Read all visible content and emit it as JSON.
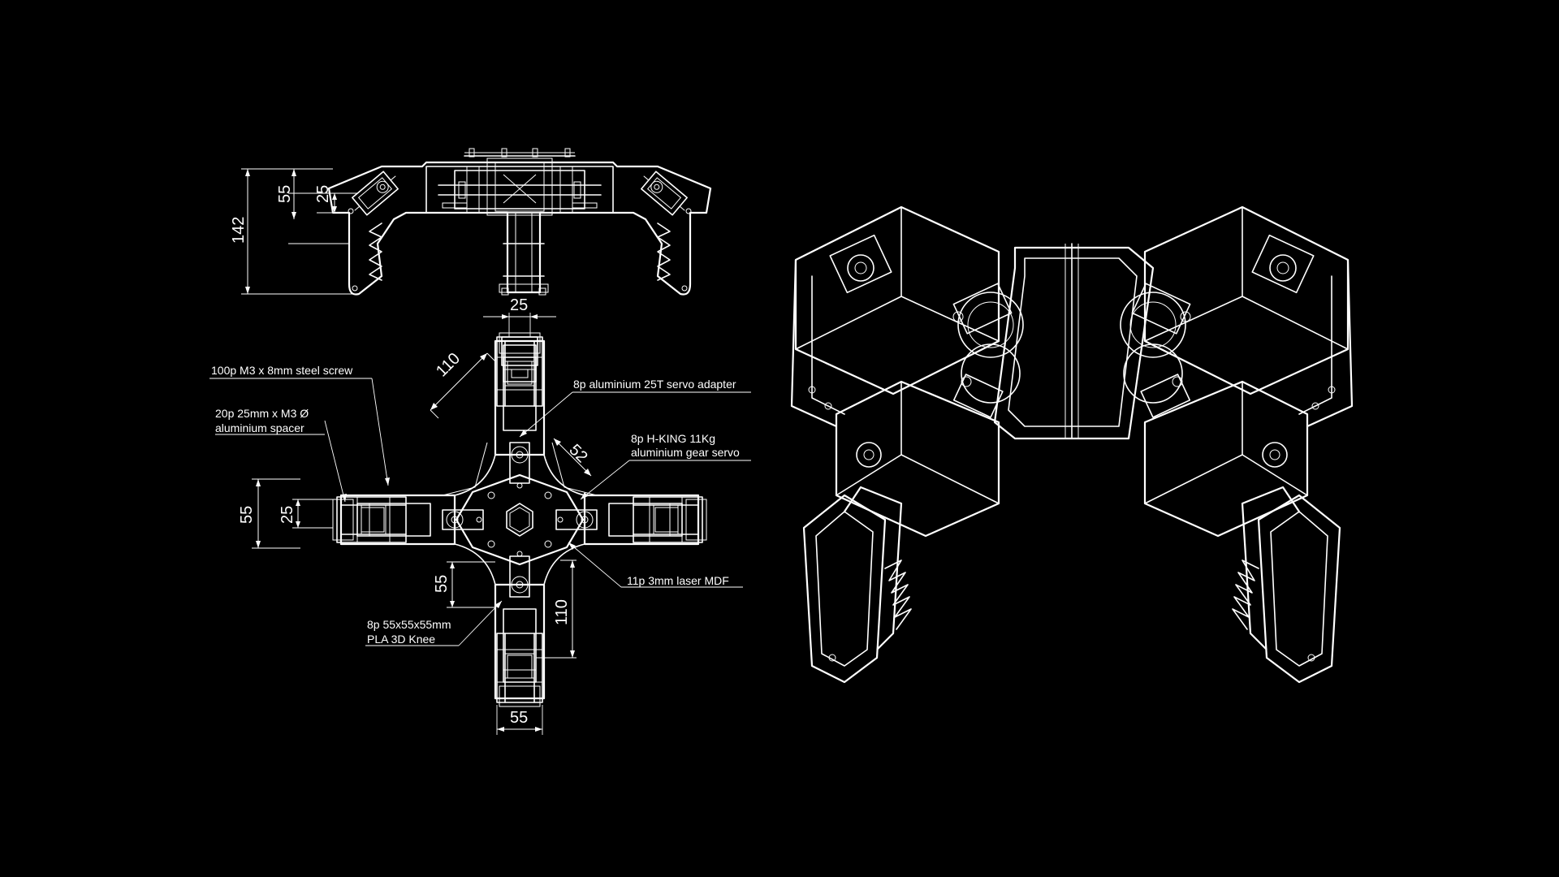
{
  "front_view": {
    "dims": {
      "overall_height": "142",
      "box_height": "55",
      "spacer_height": "25"
    }
  },
  "top_view": {
    "dims": {
      "top_width": "25",
      "arm_diag": "110",
      "servo_diag": "52",
      "left_outer": "55",
      "left_inner": "25",
      "knee_height": "55",
      "bottom_arm": "110",
      "bottom_width": "55"
    },
    "callouts": {
      "screw": "100p M3 x 8mm steel screw",
      "spacer_line1": "20p 25mm x M3 Ø",
      "spacer_line2": "aluminium spacer",
      "adapter": "8p aluminium 25T servo adapter",
      "servo_line1": "8p H-KING 11Kg",
      "servo_line2": "aluminium gear servo",
      "mdf": "11p 3mm laser MDF",
      "knee_line1": "8p 55x55x55mm",
      "knee_line2": "PLA 3D Knee"
    }
  },
  "iso_view": {},
  "colors": {
    "background": "#000000",
    "lines": "#ffffff"
  }
}
